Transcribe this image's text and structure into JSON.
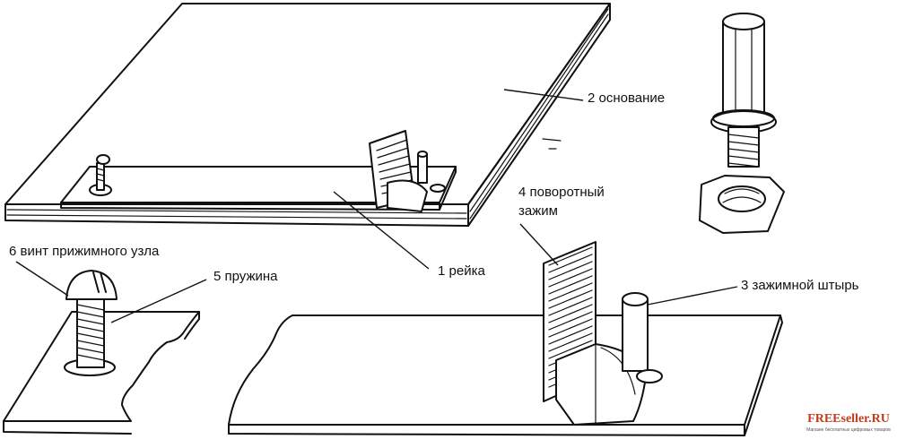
{
  "diagram": {
    "labels": {
      "screw": "6 винт прижимного узла",
      "spring": "5 пружина",
      "rail": "1 рейка",
      "base": "2 основание",
      "clamp": [
        "4 поворотный",
        "зажим"
      ],
      "pin": "3 зажимной штырь"
    }
  },
  "watermark": {
    "brand": "FREEseller.RU",
    "tagline": "Магазин бесплатных цифровых товаров"
  },
  "colors": {
    "ink": "#111111",
    "background": "#ffffff",
    "watermark": "#c43a1c"
  }
}
